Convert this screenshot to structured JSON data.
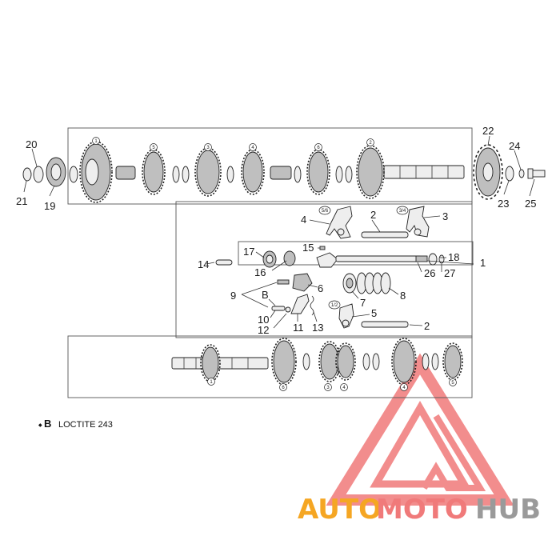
{
  "callouts": {
    "c1": "1",
    "c2a": "2",
    "c2b": "2",
    "c3": "3",
    "c4": "4",
    "c5": "5",
    "c6": "6",
    "c7": "7",
    "c8": "8",
    "c9": "9",
    "c10": "10",
    "c11": "11",
    "c12": "12",
    "c13": "13",
    "c14": "14",
    "c15": "15",
    "c16": "16",
    "c17": "17",
    "c18": "18",
    "c19": "19",
    "c20": "20",
    "c21": "21",
    "c22": "22",
    "c23": "23",
    "c24": "24",
    "c25": "25",
    "c26": "26",
    "c27": "27",
    "cB": "B"
  },
  "gear_marks": {
    "top": [
      "1",
      "5",
      "3",
      "4",
      "6",
      "2"
    ],
    "bottom": [
      "1",
      "6",
      "3",
      "4",
      "4",
      "5"
    ],
    "forks": [
      "5/6",
      "3/4",
      "1/2"
    ]
  },
  "legend": {
    "symbol": "B",
    "text": "LOCTITE 243"
  },
  "watermark": {
    "auto": "AUTO",
    "moto": "MOTO",
    "hub": "HUB"
  }
}
